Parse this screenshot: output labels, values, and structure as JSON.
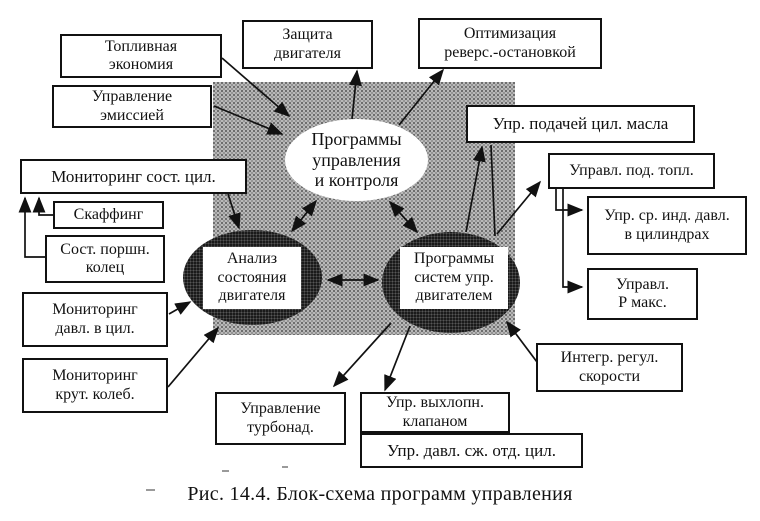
{
  "figure": {
    "caption": "Рис. 14.4. Блок-схема программ управления"
  },
  "nodes": {
    "central": {
      "label": "Программы\nуправления\nи контроля"
    },
    "analysis": {
      "label": "Анализ\nсостояния\nдвигателя"
    },
    "systems": {
      "label": "Программы\nсистем упр.\nдвигателем"
    }
  },
  "boxes": [
    {
      "id": "fuel-economy",
      "label": "Топливная\nэкономия"
    },
    {
      "id": "engine-protection",
      "label": "Защита\nдвигателя"
    },
    {
      "id": "reverse-stop-optimization",
      "label": "Оптимизация\nреверс.-остановкой"
    },
    {
      "id": "emission-control",
      "label": "Управление\nэмиссией"
    },
    {
      "id": "cylinder-condition-monitoring",
      "label": "Мониторинг сост. цил."
    },
    {
      "id": "oil-supply-control",
      "label": "Упр. подачей цил. масла"
    },
    {
      "id": "fuel-supply-control",
      "label": "Управл. под. топл."
    },
    {
      "id": "scuffing",
      "label": "Скаффинг"
    },
    {
      "id": "mean-indicated-pressure",
      "label": "Упр. ср. инд. давл.\nв цилиндрах"
    },
    {
      "id": "piston-rings-condition",
      "label": "Сост. поршн.\nколец"
    },
    {
      "id": "pmax-control",
      "label": "Управл.\nР макс."
    },
    {
      "id": "cylinder-pressure-monitoring",
      "label": "Мониторинг\nдавл. в цил."
    },
    {
      "id": "torsional-vibration-monitoring",
      "label": "Мониторинг\nкрут. колеб."
    },
    {
      "id": "integrated-speed-governor",
      "label": "Интегр. регул.\nскорости"
    },
    {
      "id": "turbocharge-control",
      "label": "Управление\nтурбонад."
    },
    {
      "id": "exhaust-valve-control",
      "label": "Упр. выхлопн.\nклапаном"
    },
    {
      "id": "compression-pressure-control",
      "label": "Упр. давл. сж. отд. цил."
    }
  ],
  "colors": {
    "line": "#111111",
    "box_border": "#111111",
    "gray_field": "#b9b9b9",
    "dark_ellipse": "#1a1a1a"
  }
}
